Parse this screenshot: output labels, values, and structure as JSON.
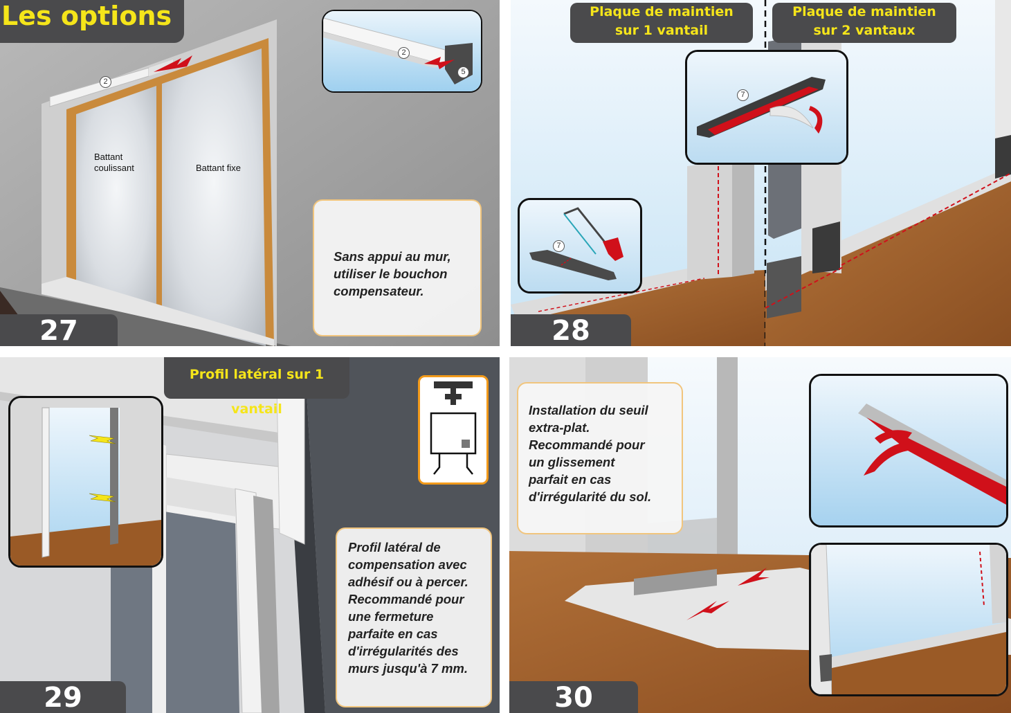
{
  "title": "Les options",
  "panels": {
    "p27": {
      "number": "27",
      "label_sliding": [
        "Battant",
        "coulissant"
      ],
      "label_fixed": "Battant fixe",
      "part_top": "2",
      "inset_part_a": "2",
      "inset_part_b": "5",
      "note": [
        "Sans appui au mur,",
        "utiliser le bouchon",
        "compensateur."
      ]
    },
    "p28": {
      "number": "28",
      "tag_left": [
        "Plaque de maintien",
        "sur 1 vantail"
      ],
      "tag_right": [
        "Plaque de maintien",
        "sur 2 vantaux"
      ],
      "inset_top_part": "7",
      "inset_bottom_part": "7"
    },
    "p29": {
      "number": "29",
      "tag": "Profil latéral sur 1 vantail",
      "note": [
        "Profil latéral de",
        "compensation avec",
        "adhésif ou à percer.",
        "Recommandé pour",
        "une fermeture",
        "parfaite en cas",
        "d'irrégularités des",
        "murs jusqu'à 7 mm."
      ]
    },
    "p30": {
      "number": "30",
      "note": [
        "Installation du seuil",
        "extra-plat.",
        "Recommandé pour",
        "un glissement",
        "parfait en cas",
        "d'irrégularité du sol."
      ]
    }
  },
  "colors": {
    "tag_bg": "#4a4a4c",
    "tag_text": "#f5e51a",
    "note_border": "#f1c57d",
    "adhesive_red": "#d0101a",
    "wood_floor": "#a0602c",
    "wall_grey": "#9c9c9c",
    "sky_blue": "#cfe6f6"
  }
}
